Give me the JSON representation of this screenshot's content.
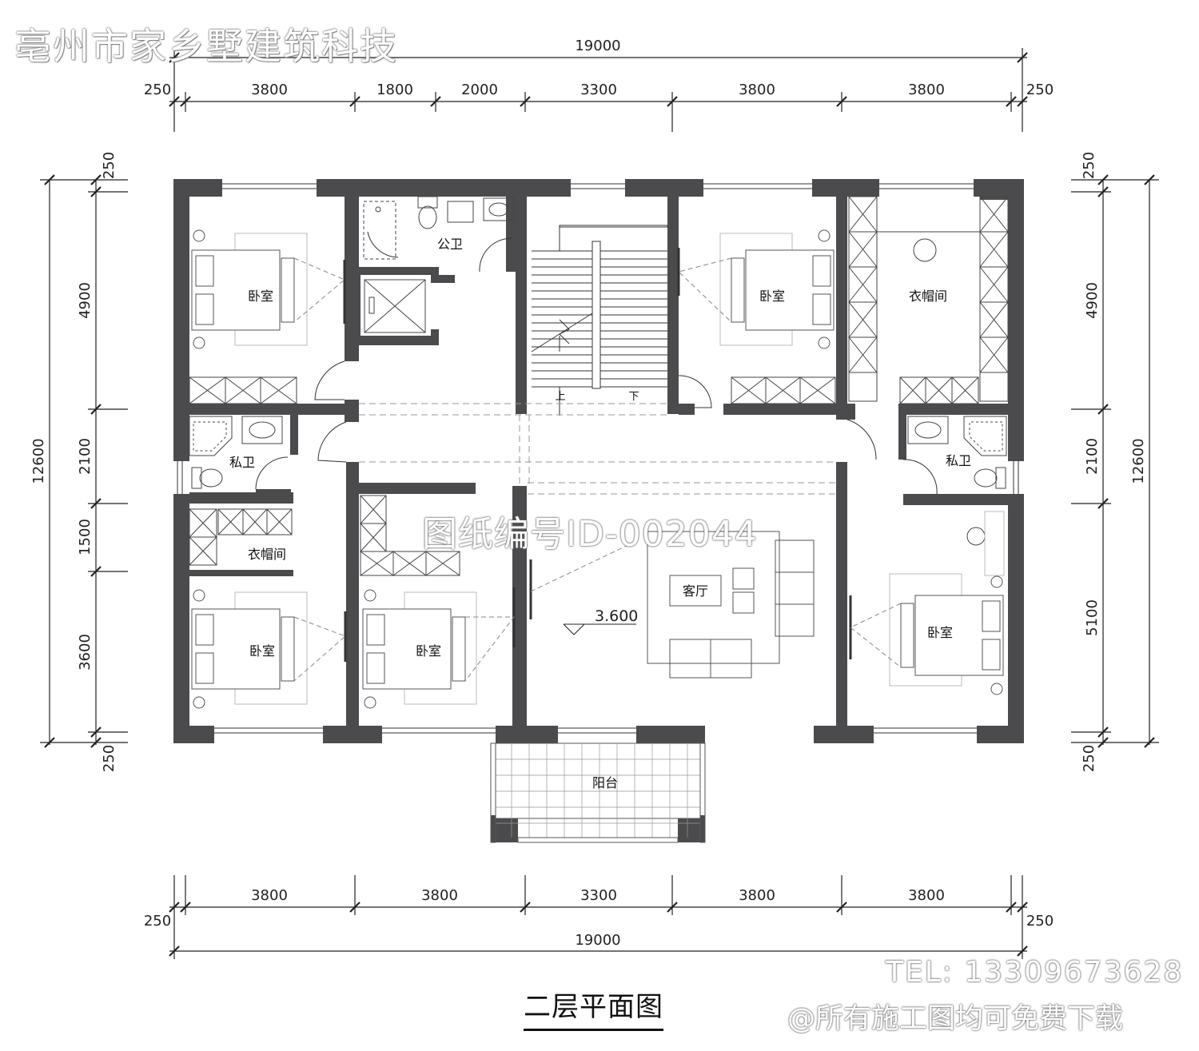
{
  "watermarks": {
    "company": "亳州市家乡墅建筑科技",
    "drawing_id": "图纸编号ID-002044",
    "tel": "TEL: 13309673628",
    "note": "@所有施工图均可免费下载"
  },
  "title": "二层平面图",
  "elevation": "3.600",
  "dimensions": {
    "top_total": "19000",
    "top_segments": [
      "250",
      "3800",
      "1800",
      "2000",
      "3300",
      "3800",
      "3800",
      "250"
    ],
    "bottom_segments": [
      "3800",
      "3800",
      "3300",
      "3800",
      "3800"
    ],
    "bottom_edge_left": "250",
    "bottom_edge_right": "250",
    "bottom_total": "19000",
    "left_segments": [
      "250",
      "4900",
      "2100",
      "1500",
      "3600",
      "250"
    ],
    "left_total": "12600",
    "right_segments": [
      "250",
      "4900",
      "2100",
      "5100",
      "250"
    ],
    "right_total": "12600"
  },
  "rooms": {
    "bedroom_nw": "卧室",
    "public_bath": "公卫",
    "bedroom_ne": "卧室",
    "closet_ne": "衣帽间",
    "private_bath_w": "私卫",
    "private_bath_e": "私卫",
    "closet_w": "衣帽间",
    "bedroom_sw": "卧室",
    "bedroom_s2": "卧室",
    "living": "客厅",
    "bedroom_se": "卧室",
    "balcony": "阳台",
    "stair_up": "上",
    "stair_down": "下"
  }
}
